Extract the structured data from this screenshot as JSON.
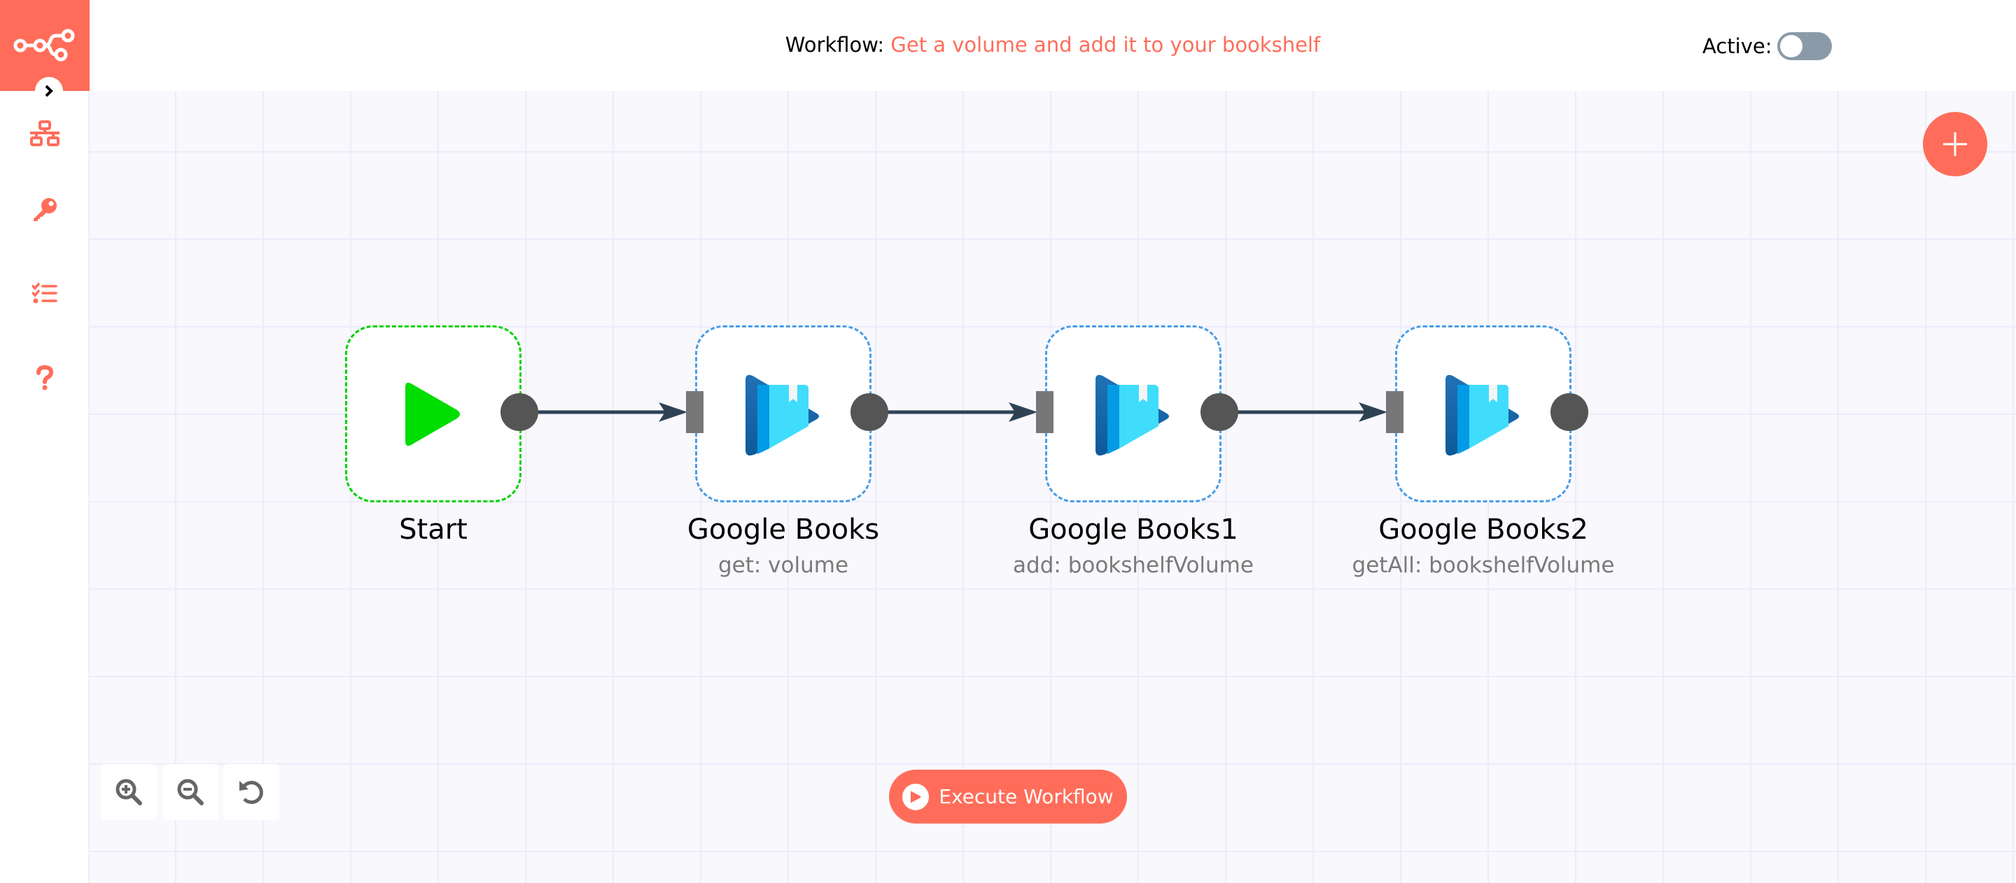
{
  "app": {
    "brand_color": "#ff6d5a"
  },
  "sidebar": {
    "expand_icon": "chevron-right-icon",
    "items": [
      {
        "name": "workflows",
        "icon": "sitemap-icon"
      },
      {
        "name": "credentials",
        "icon": "key-icon"
      },
      {
        "name": "executions",
        "icon": "tasks-icon"
      },
      {
        "name": "help",
        "icon": "question-icon"
      }
    ]
  },
  "header": {
    "workflow_label": "Workflow:",
    "workflow_name": "Get a volume and add it to your bookshelf",
    "active_label": "Active:",
    "active": false
  },
  "canvas": {
    "add_node_icon": "plus-icon",
    "nodes": [
      {
        "name": "Start",
        "subtitle": "",
        "type": "start",
        "icon": "play-icon",
        "border_color": "#00d000"
      },
      {
        "name": "Google Books",
        "subtitle": "get: volume",
        "type": "googleBooks",
        "icon": "google-books-icon",
        "border_color": "#4a9de6"
      },
      {
        "name": "Google Books1",
        "subtitle": "add: bookshelfVolume",
        "type": "googleBooks",
        "icon": "google-books-icon",
        "border_color": "#4a9de6"
      },
      {
        "name": "Google Books2",
        "subtitle": "getAll: bookshelfVolume",
        "type": "googleBooks",
        "icon": "google-books-icon",
        "border_color": "#4a9de6"
      }
    ],
    "connections": [
      {
        "from": "Start",
        "to": "Google Books"
      },
      {
        "from": "Google Books",
        "to": "Google Books1"
      },
      {
        "from": "Google Books1",
        "to": "Google Books2"
      }
    ]
  },
  "controls": {
    "zoom_in_icon": "zoom-in-icon",
    "zoom_out_icon": "zoom-out-icon",
    "reset_icon": "reset-zoom-icon",
    "execute_label": "Execute Workflow"
  }
}
